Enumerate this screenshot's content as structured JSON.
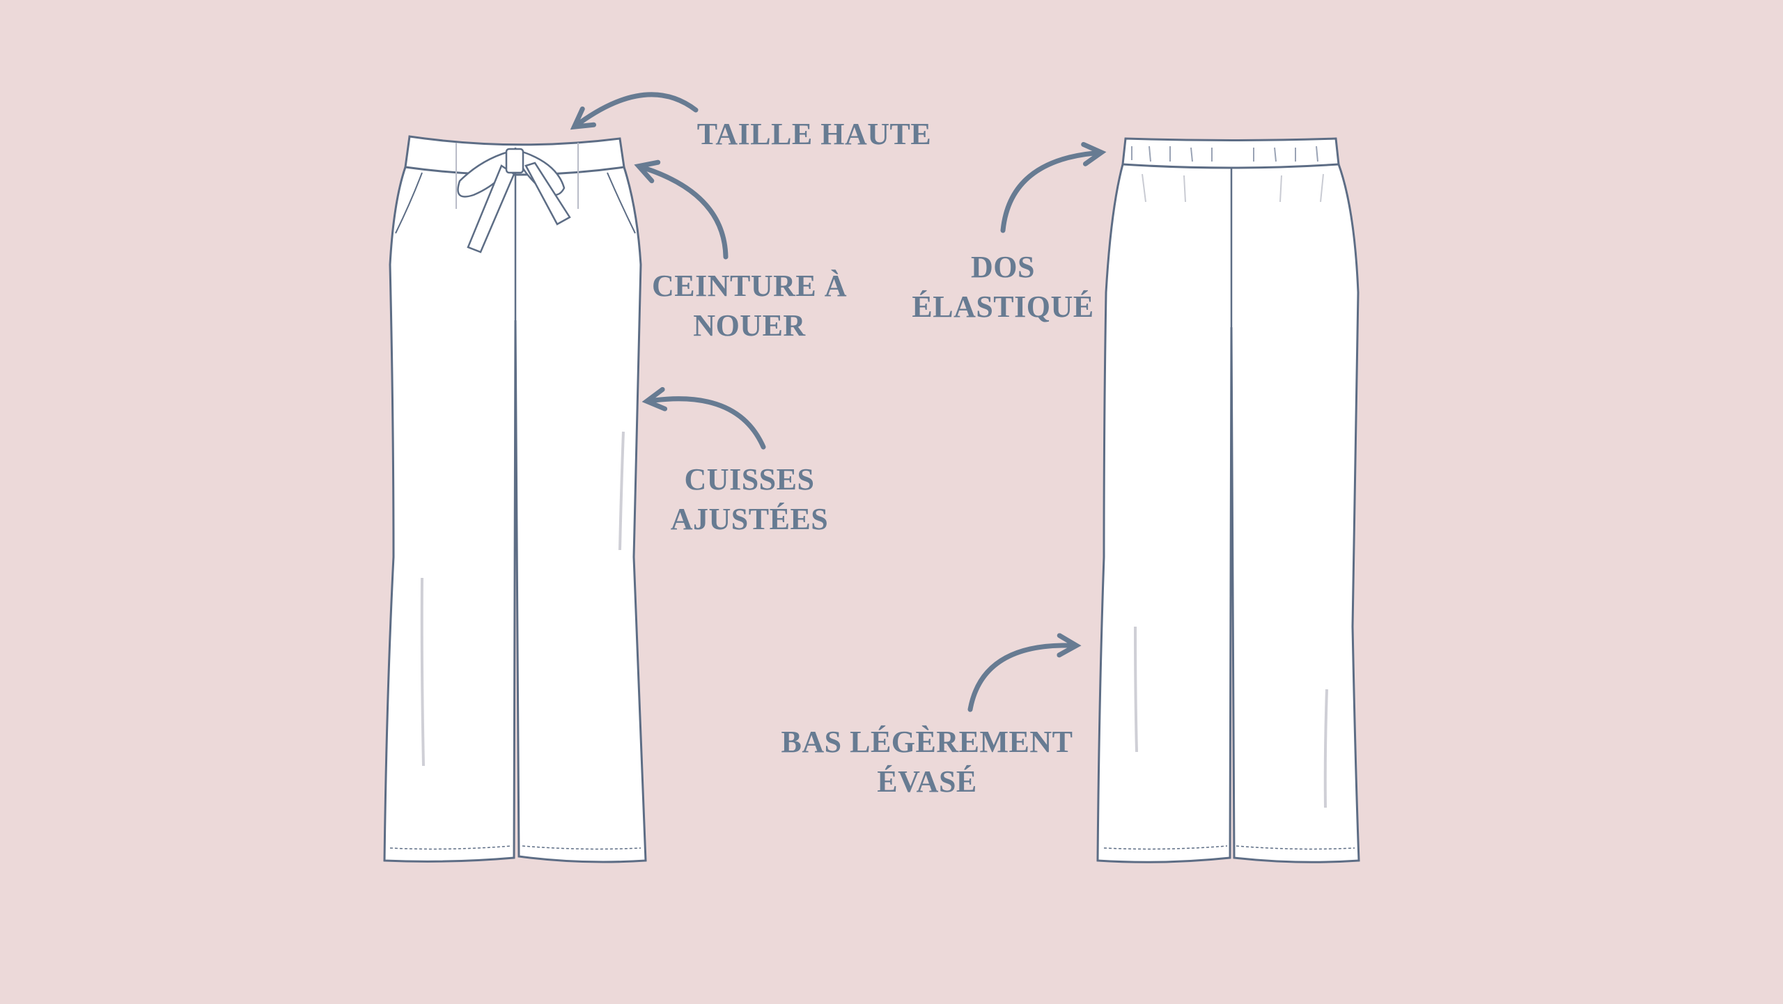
{
  "colors": {
    "background": "#ecd9d9",
    "text": "#677b92",
    "outline": "#5d6d85",
    "garment": "#ffffff"
  },
  "labels": {
    "taille_haute": [
      "TAILLE HAUTE"
    ],
    "ceinture": [
      "CEINTURE À",
      "NOUER"
    ],
    "cuisses": [
      "CUISSES",
      "AJUSTÉES"
    ],
    "dos": [
      "DOS",
      "ÉLASTIQUÉ"
    ],
    "bas": [
      "BAS LÉGÈREMENT",
      "ÉVASÉ"
    ]
  }
}
